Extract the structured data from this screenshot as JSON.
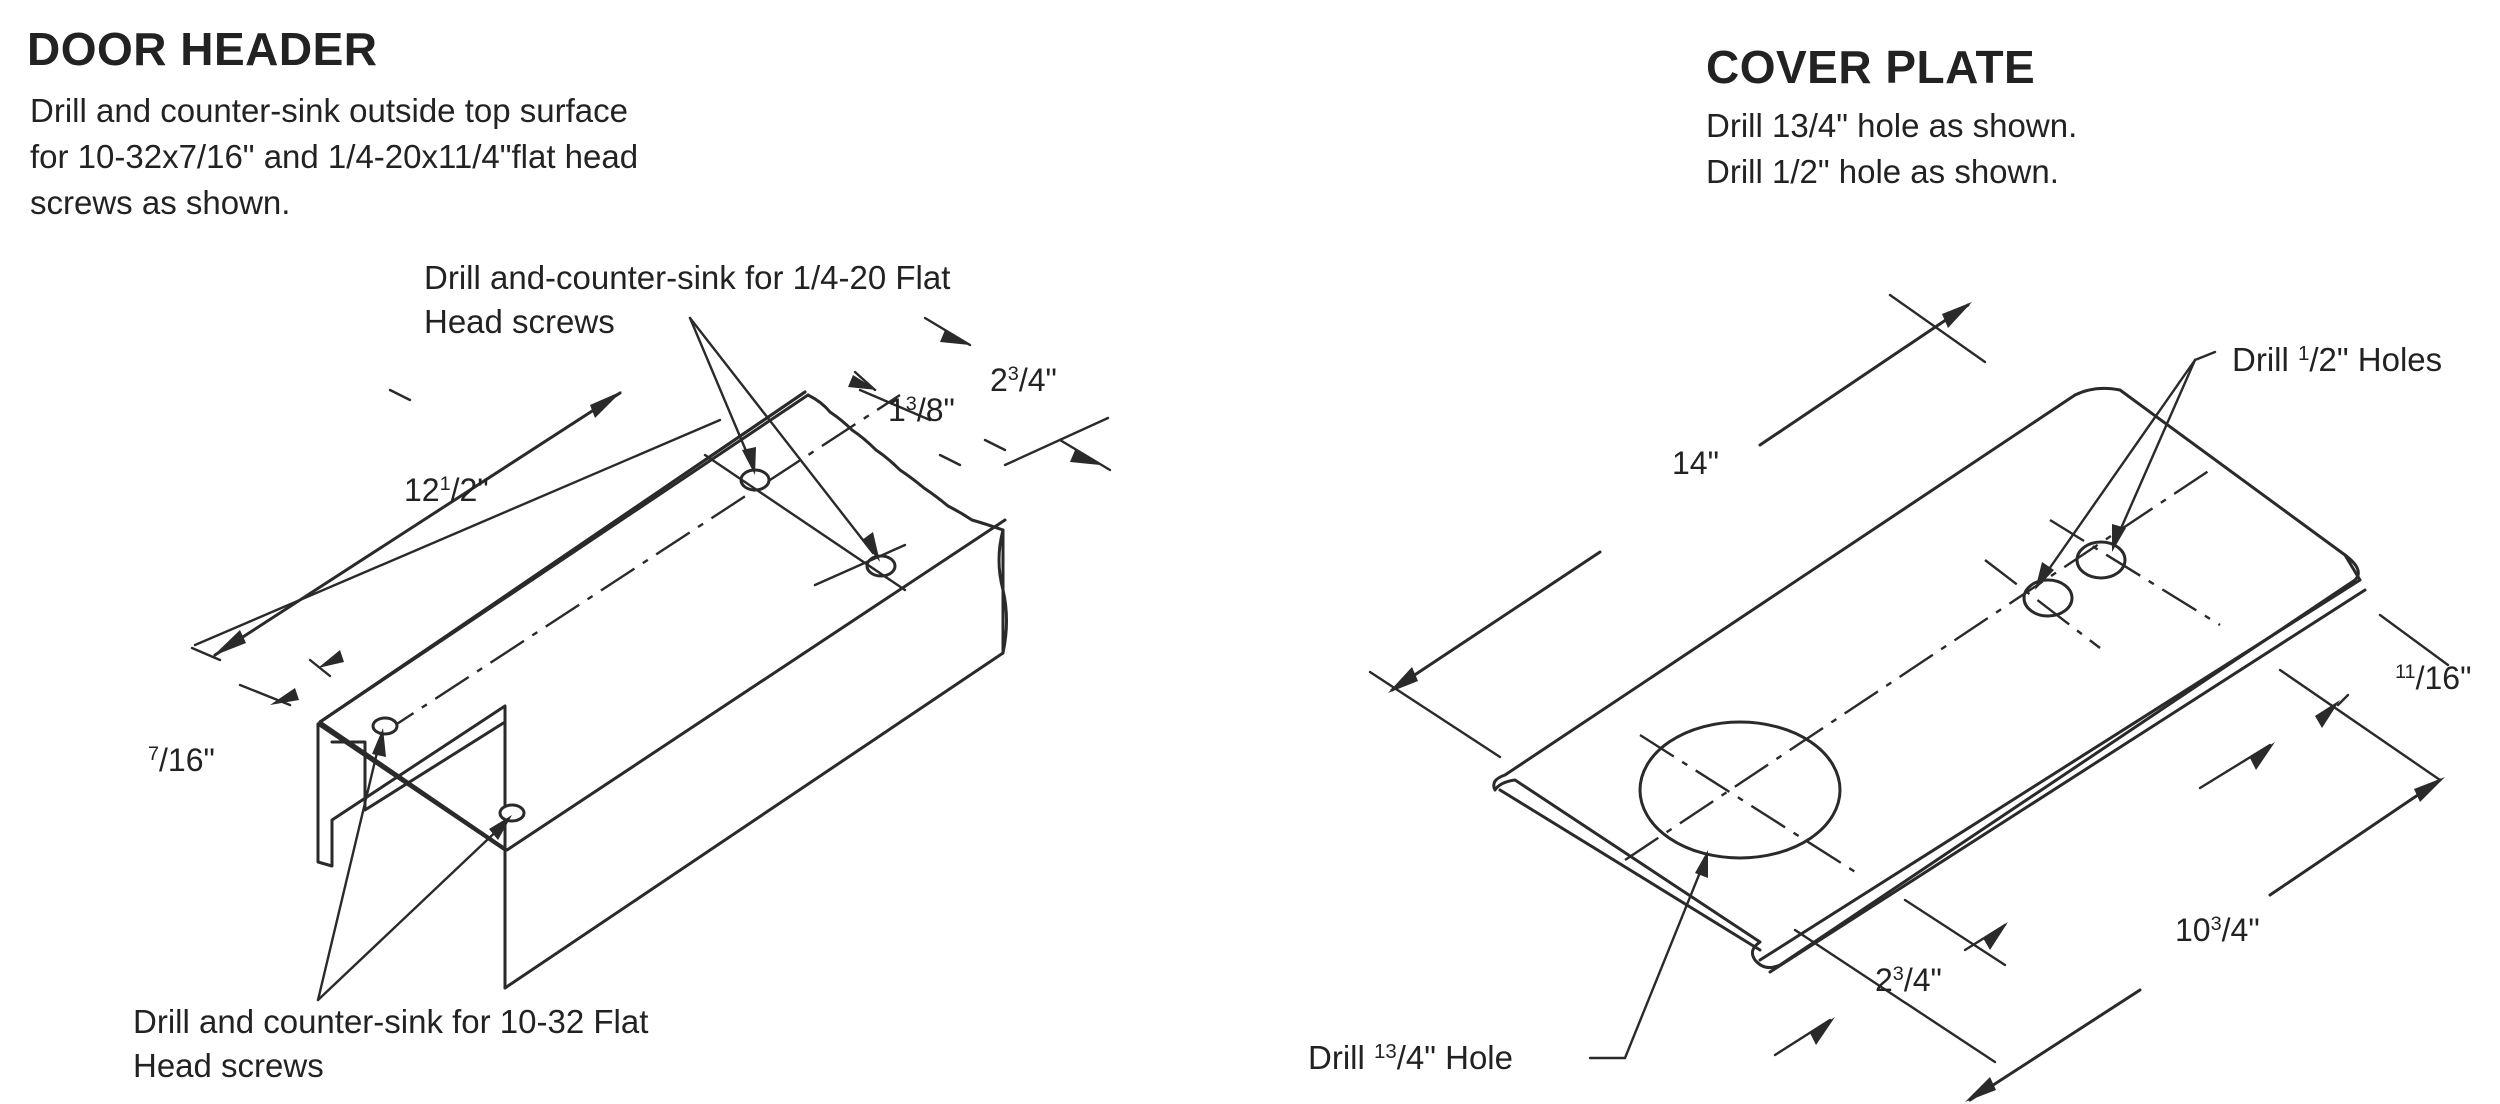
{
  "door_header": {
    "title": "DOOR HEADER",
    "instructions": [
      "Drill and counter-sink outside top surface",
      "for 10-32x7/16\" and 1/4-20x11/4\"flat head",
      "screws as shown."
    ],
    "callout_top": [
      "Drill and-counter-sink for 1/4-20 Flat",
      "Head screws"
    ],
    "callout_bottom": [
      "Drill and counter-sink for 10-32 Flat",
      "Head screws"
    ],
    "dim_length": {
      "whole": "12",
      "num": "1",
      "den": "/2\""
    },
    "dim_1_3_8": {
      "whole": "1",
      "num": "3",
      "den": "/8\""
    },
    "dim_2_3_4": {
      "whole": "2",
      "num": "3",
      "den": "/4\""
    },
    "dim_7_16": {
      "num": "7",
      "den": "/16\""
    }
  },
  "cover_plate": {
    "title": "COVER PLATE",
    "instructions": [
      "Drill 13/4\" hole as shown.",
      "Drill 1/2\" hole as shown."
    ],
    "dim_length": "14\"",
    "holes_label": {
      "prefix": "Drill ",
      "num": "1",
      "den": "/2\" Holes"
    },
    "big_hole_label": {
      "prefix": "Drill ",
      "num": "13",
      "den": "/4\" Hole"
    },
    "dim_11_16": {
      "num": "11",
      "den": "/16\""
    },
    "dim_10_3_4": {
      "whole": "10",
      "num": "3",
      "den": "/4\""
    },
    "dim_2_3_4": {
      "whole": "2",
      "num": "3",
      "den": "/4\""
    }
  }
}
